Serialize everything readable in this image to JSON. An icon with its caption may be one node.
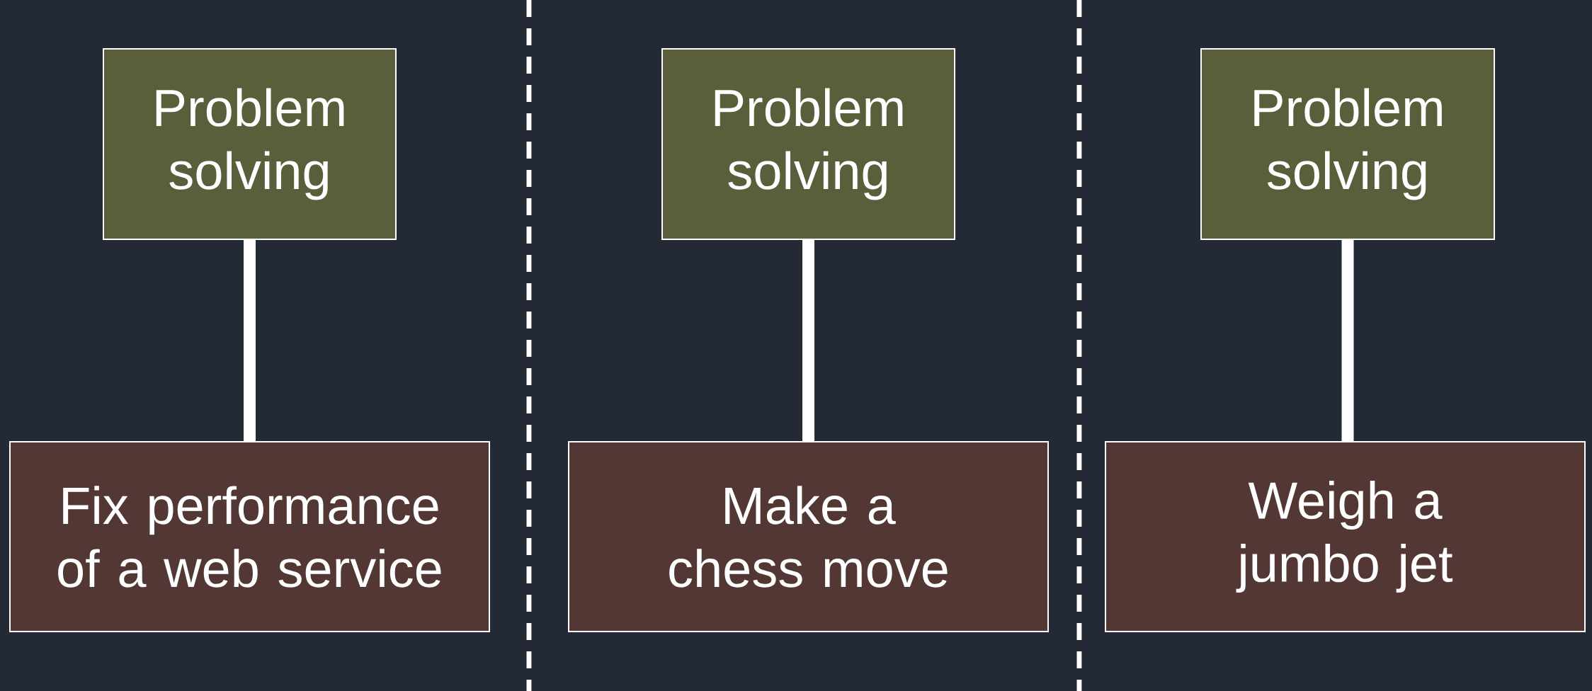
{
  "diagram": {
    "nodes": [
      {
        "text": [
          "Problem solving"
        ]
      },
      {
        "text": [
          "Problem solving"
        ]
      },
      {
        "text": [
          "Problem solving"
        ]
      },
      {
        "text": [
          "Fix performance of a web service"
        ]
      },
      {
        "text": [
          "Make a chess move"
        ]
      },
      {
        "text": [
          "Weigh a jumbo jet"
        ]
      }
    ],
    "edges": [
      {
        "from": 0,
        "to": 3,
        "arrow": "none"
      },
      {
        "from": 1,
        "to": 4,
        "arrow": "none"
      },
      {
        "from": 2,
        "to": 5,
        "arrow": "none"
      }
    ]
  }
}
